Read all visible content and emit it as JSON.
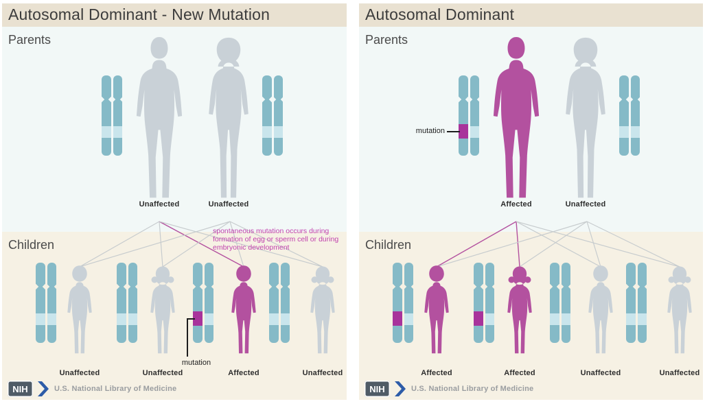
{
  "colors": {
    "title_bg": "#e9e1d1",
    "parents_bg": "#f2f8f7",
    "children_bg": "#f6f1e4",
    "teal": "#85bac7",
    "teal_band": "#c9e5ec",
    "magenta": "#b3519f",
    "magenta_band": "#a8339b",
    "line_gray": "#c7ccce",
    "line_magenta": "#b3519f",
    "annotation": "#c143ae",
    "gray_silhouette": "#c9d1d7"
  },
  "brand": {
    "logo_text": "NIH",
    "org_name": "U.S. National Library of Medicine"
  },
  "panels": [
    {
      "title": "Autosomal Dominant - New Mutation",
      "parents_heading": "Parents",
      "children_heading": "Children",
      "annotation": "spontaneous mutation occurs during formation of egg or sperm cell or during embryonic development",
      "parents": [
        {
          "type": "man",
          "label": "Unaffected",
          "affected": false,
          "mutant_band": false
        },
        {
          "type": "woman",
          "label": "Unaffected",
          "affected": false,
          "mutant_band": false
        }
      ],
      "children": [
        {
          "type": "boy",
          "label": "Unaffected",
          "affected": false,
          "mutant_band": false
        },
        {
          "type": "girl",
          "label": "Unaffected",
          "affected": false,
          "mutant_band": false
        },
        {
          "type": "boy",
          "label": "Affected",
          "affected": true,
          "mutant_band": true,
          "callout": {
            "text": "mutation",
            "style": "elbow"
          }
        },
        {
          "type": "girl",
          "label": "Unaffected",
          "affected": false,
          "mutant_band": false
        }
      ],
      "lines": [
        {
          "from": 0,
          "to": 0,
          "magenta": false
        },
        {
          "from": 0,
          "to": 1,
          "magenta": false
        },
        {
          "from": 0,
          "to": 2,
          "magenta": true
        },
        {
          "from": 0,
          "to": 3,
          "magenta": false
        },
        {
          "from": 1,
          "to": 0,
          "magenta": false
        },
        {
          "from": 1,
          "to": 1,
          "magenta": false
        },
        {
          "from": 1,
          "to": 2,
          "magenta": false
        },
        {
          "from": 1,
          "to": 3,
          "magenta": false
        }
      ]
    },
    {
      "title": "Autosomal Dominant",
      "parents_heading": "Parents",
      "children_heading": "Children",
      "parents": [
        {
          "type": "man",
          "label": "Affected",
          "affected": true,
          "mutant_band": true,
          "callout": {
            "text": "mutation",
            "style": "straight"
          }
        },
        {
          "type": "woman",
          "label": "Unaffected",
          "affected": false,
          "mutant_band": false
        }
      ],
      "children": [
        {
          "type": "boy",
          "label": "Affected",
          "affected": true,
          "mutant_band": true
        },
        {
          "type": "girl",
          "label": "Affected",
          "affected": true,
          "mutant_band": true
        },
        {
          "type": "boy",
          "label": "Unaffected",
          "affected": false,
          "mutant_band": false
        },
        {
          "type": "girl",
          "label": "Unaffected",
          "affected": false,
          "mutant_band": false
        }
      ],
      "lines": [
        {
          "from": 0,
          "to": 0,
          "magenta": true
        },
        {
          "from": 0,
          "to": 1,
          "magenta": true
        },
        {
          "from": 0,
          "to": 2,
          "magenta": false
        },
        {
          "from": 0,
          "to": 3,
          "magenta": false
        },
        {
          "from": 1,
          "to": 0,
          "magenta": false
        },
        {
          "from": 1,
          "to": 1,
          "magenta": false
        },
        {
          "from": 1,
          "to": 2,
          "magenta": false
        },
        {
          "from": 1,
          "to": 3,
          "magenta": false
        }
      ]
    }
  ]
}
